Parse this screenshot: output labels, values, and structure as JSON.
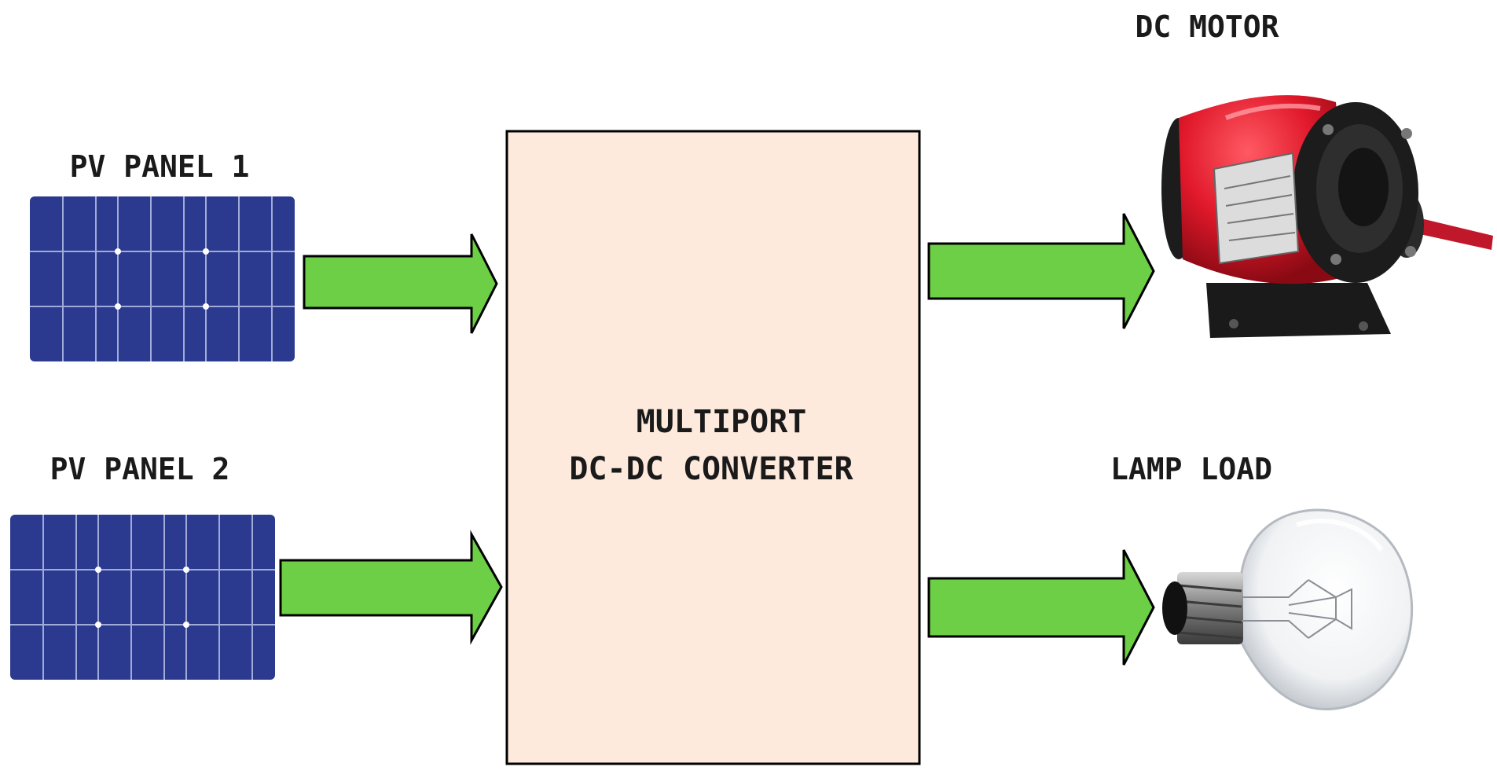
{
  "labels": {
    "pv_panel_1": "PV PANEL 1",
    "pv_panel_2": "PV PANEL 2",
    "converter_line1": "MULTIPORT",
    "converter_line2": "DC-DC CONVERTER",
    "dc_motor": "DC MOTOR",
    "lamp_load": "LAMP LOAD"
  },
  "colors": {
    "panel_cell": "#2b3a8f",
    "panel_grid": "#c9d1f2",
    "converter_fill": "#fdeadd",
    "arrow_fill": "#6ccf45",
    "motor_body": "#e0182a",
    "motor_cap": "#1c1c1c",
    "outline": "#000000"
  },
  "icons": [
    "solar-panel-icon",
    "dc-motor-icon",
    "light-bulb-icon",
    "flow-arrow-icon"
  ]
}
